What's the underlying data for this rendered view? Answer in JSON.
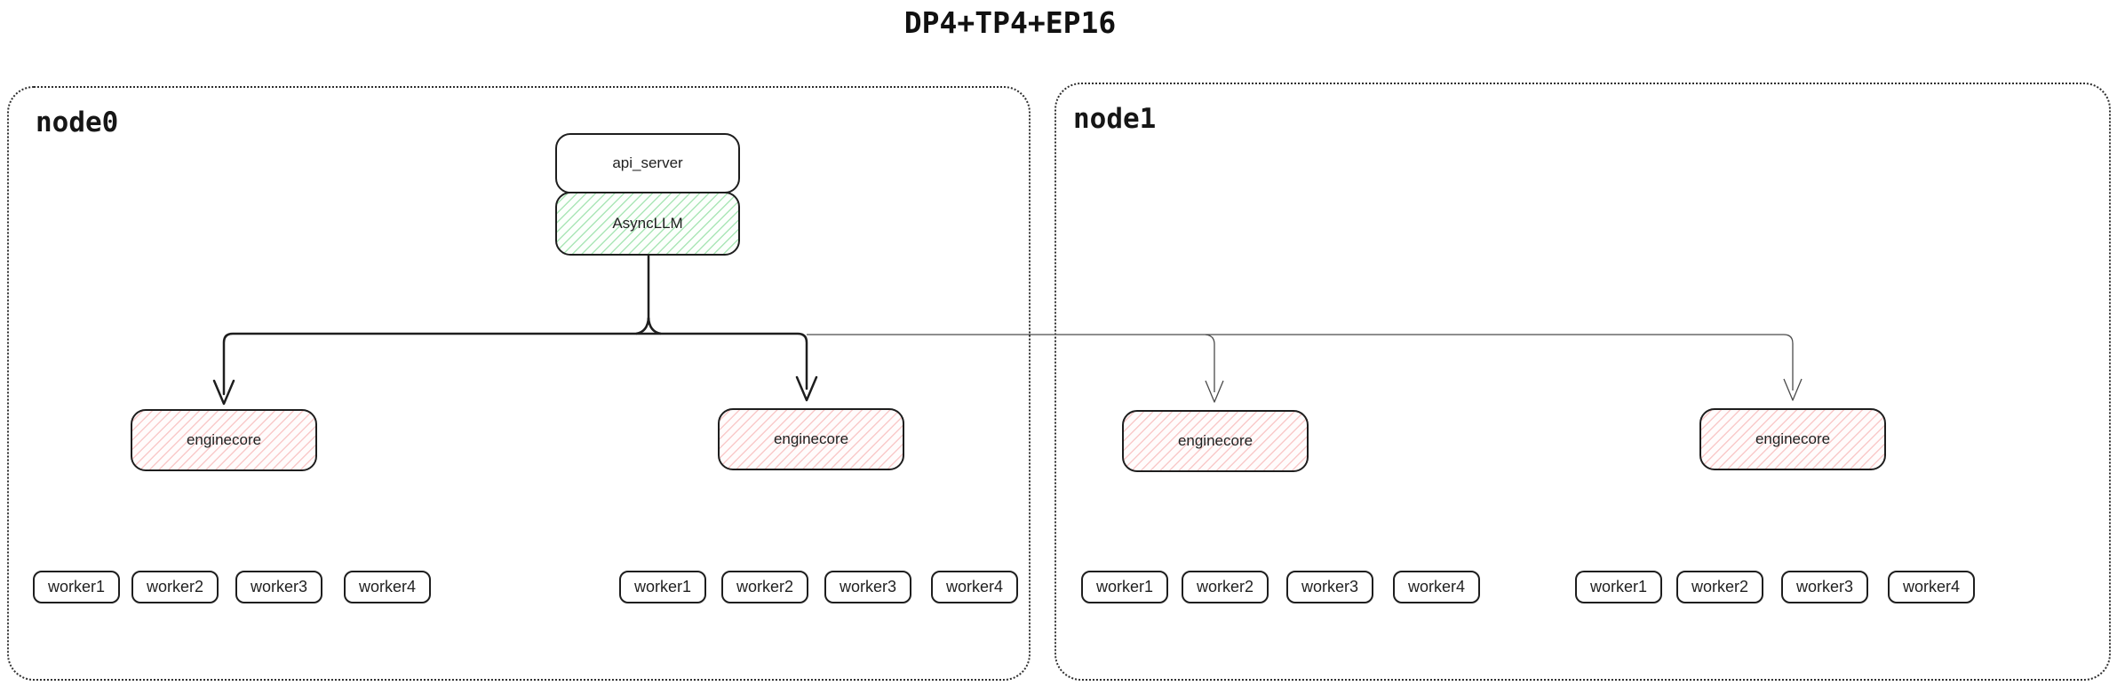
{
  "title": "DP4+TP4+EP16",
  "colors": {
    "stroke_dark": "#1e1e1e",
    "stroke_thin": "#555555",
    "green_hatch": "#5acd73",
    "red_hatch": "#f28c8c"
  },
  "nodes": [
    {
      "label": "node0",
      "api_server": "api_server",
      "async_llm": "AsyncLLM",
      "enginecores": [
        "enginecore",
        "enginecore"
      ],
      "worker_groups": [
        [
          "worker1",
          "worker2",
          "worker3",
          "worker4"
        ],
        [
          "worker1",
          "worker2",
          "worker3",
          "worker4"
        ]
      ]
    },
    {
      "label": "node1",
      "enginecores": [
        "enginecore",
        "enginecore"
      ],
      "worker_groups": [
        [
          "worker1",
          "worker2",
          "worker3",
          "worker4"
        ],
        [
          "worker1",
          "worker2",
          "worker3",
          "worker4"
        ]
      ]
    }
  ]
}
